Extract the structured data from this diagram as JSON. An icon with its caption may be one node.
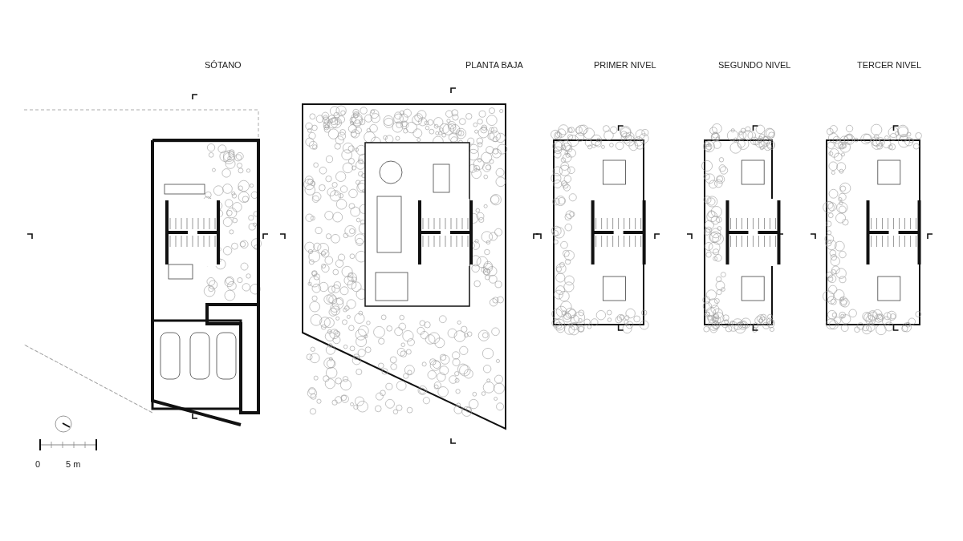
{
  "diagram": {
    "labels": [
      "SÓTANO",
      "PLANTA BAJA",
      "PRIMER NIVEL",
      "SEGUNDO NIVEL",
      "TERCER NIVEL",
      "0",
      "5 m"
    ]
  }
}
